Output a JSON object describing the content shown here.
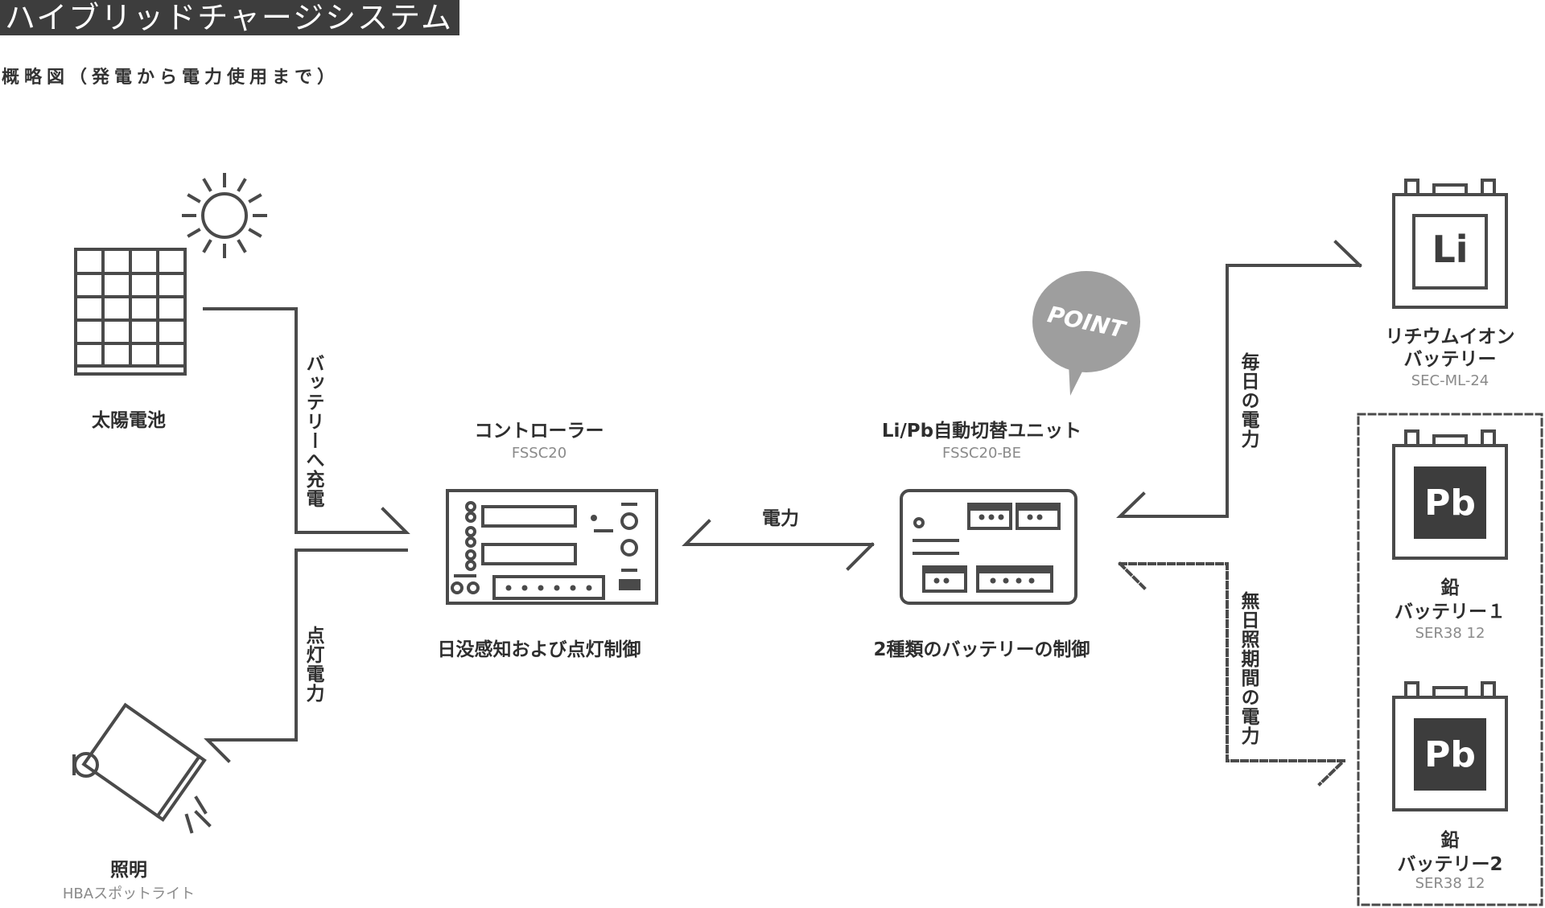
{
  "title": "ハイブリッドチャージシステム",
  "subtitle": "概略図（発電から電力使用まで）",
  "colors": {
    "line": "#4a4a4a",
    "title_bg": "#3d3d3d",
    "point_bubble": "#9e9e9e",
    "model_text": "#8a8a8a"
  },
  "solar_panel": {
    "label": "太陽電池",
    "icons": [
      "sun-icon",
      "solar-panel-icon"
    ]
  },
  "light": {
    "label": "照明",
    "model": "HBAスポットライト",
    "icon": "spotlight-icon"
  },
  "controller": {
    "label": "コントローラー",
    "model": "FSSC20",
    "function": "日没感知および点灯制御",
    "icon": "controller-icon"
  },
  "switch_unit": {
    "label": "Li/Pb自動切替ユニット",
    "model": "FSSC20-BE",
    "function": "2種類のバッテリーの制御",
    "badge": "POINT",
    "icon": "switch-unit-icon"
  },
  "flows": {
    "charge": "バッテリーへ充電",
    "lighting_power": "点灯電力",
    "power": "電力",
    "daily_power": "毎日の電力",
    "no_sun_power": "無日照期間の電力"
  },
  "batteries": [
    {
      "symbol": "Li",
      "label_line1": "リチウムイオン",
      "label_line2": "バッテリー",
      "model": "SEC-ML-24"
    },
    {
      "symbol": "Pb",
      "label_line1": "鉛",
      "label_line2": "バッテリー１",
      "model": "SER38 12"
    },
    {
      "symbol": "Pb",
      "label_line1": "鉛",
      "label_line2": "バッテリー2",
      "model": "SER38 12"
    }
  ]
}
